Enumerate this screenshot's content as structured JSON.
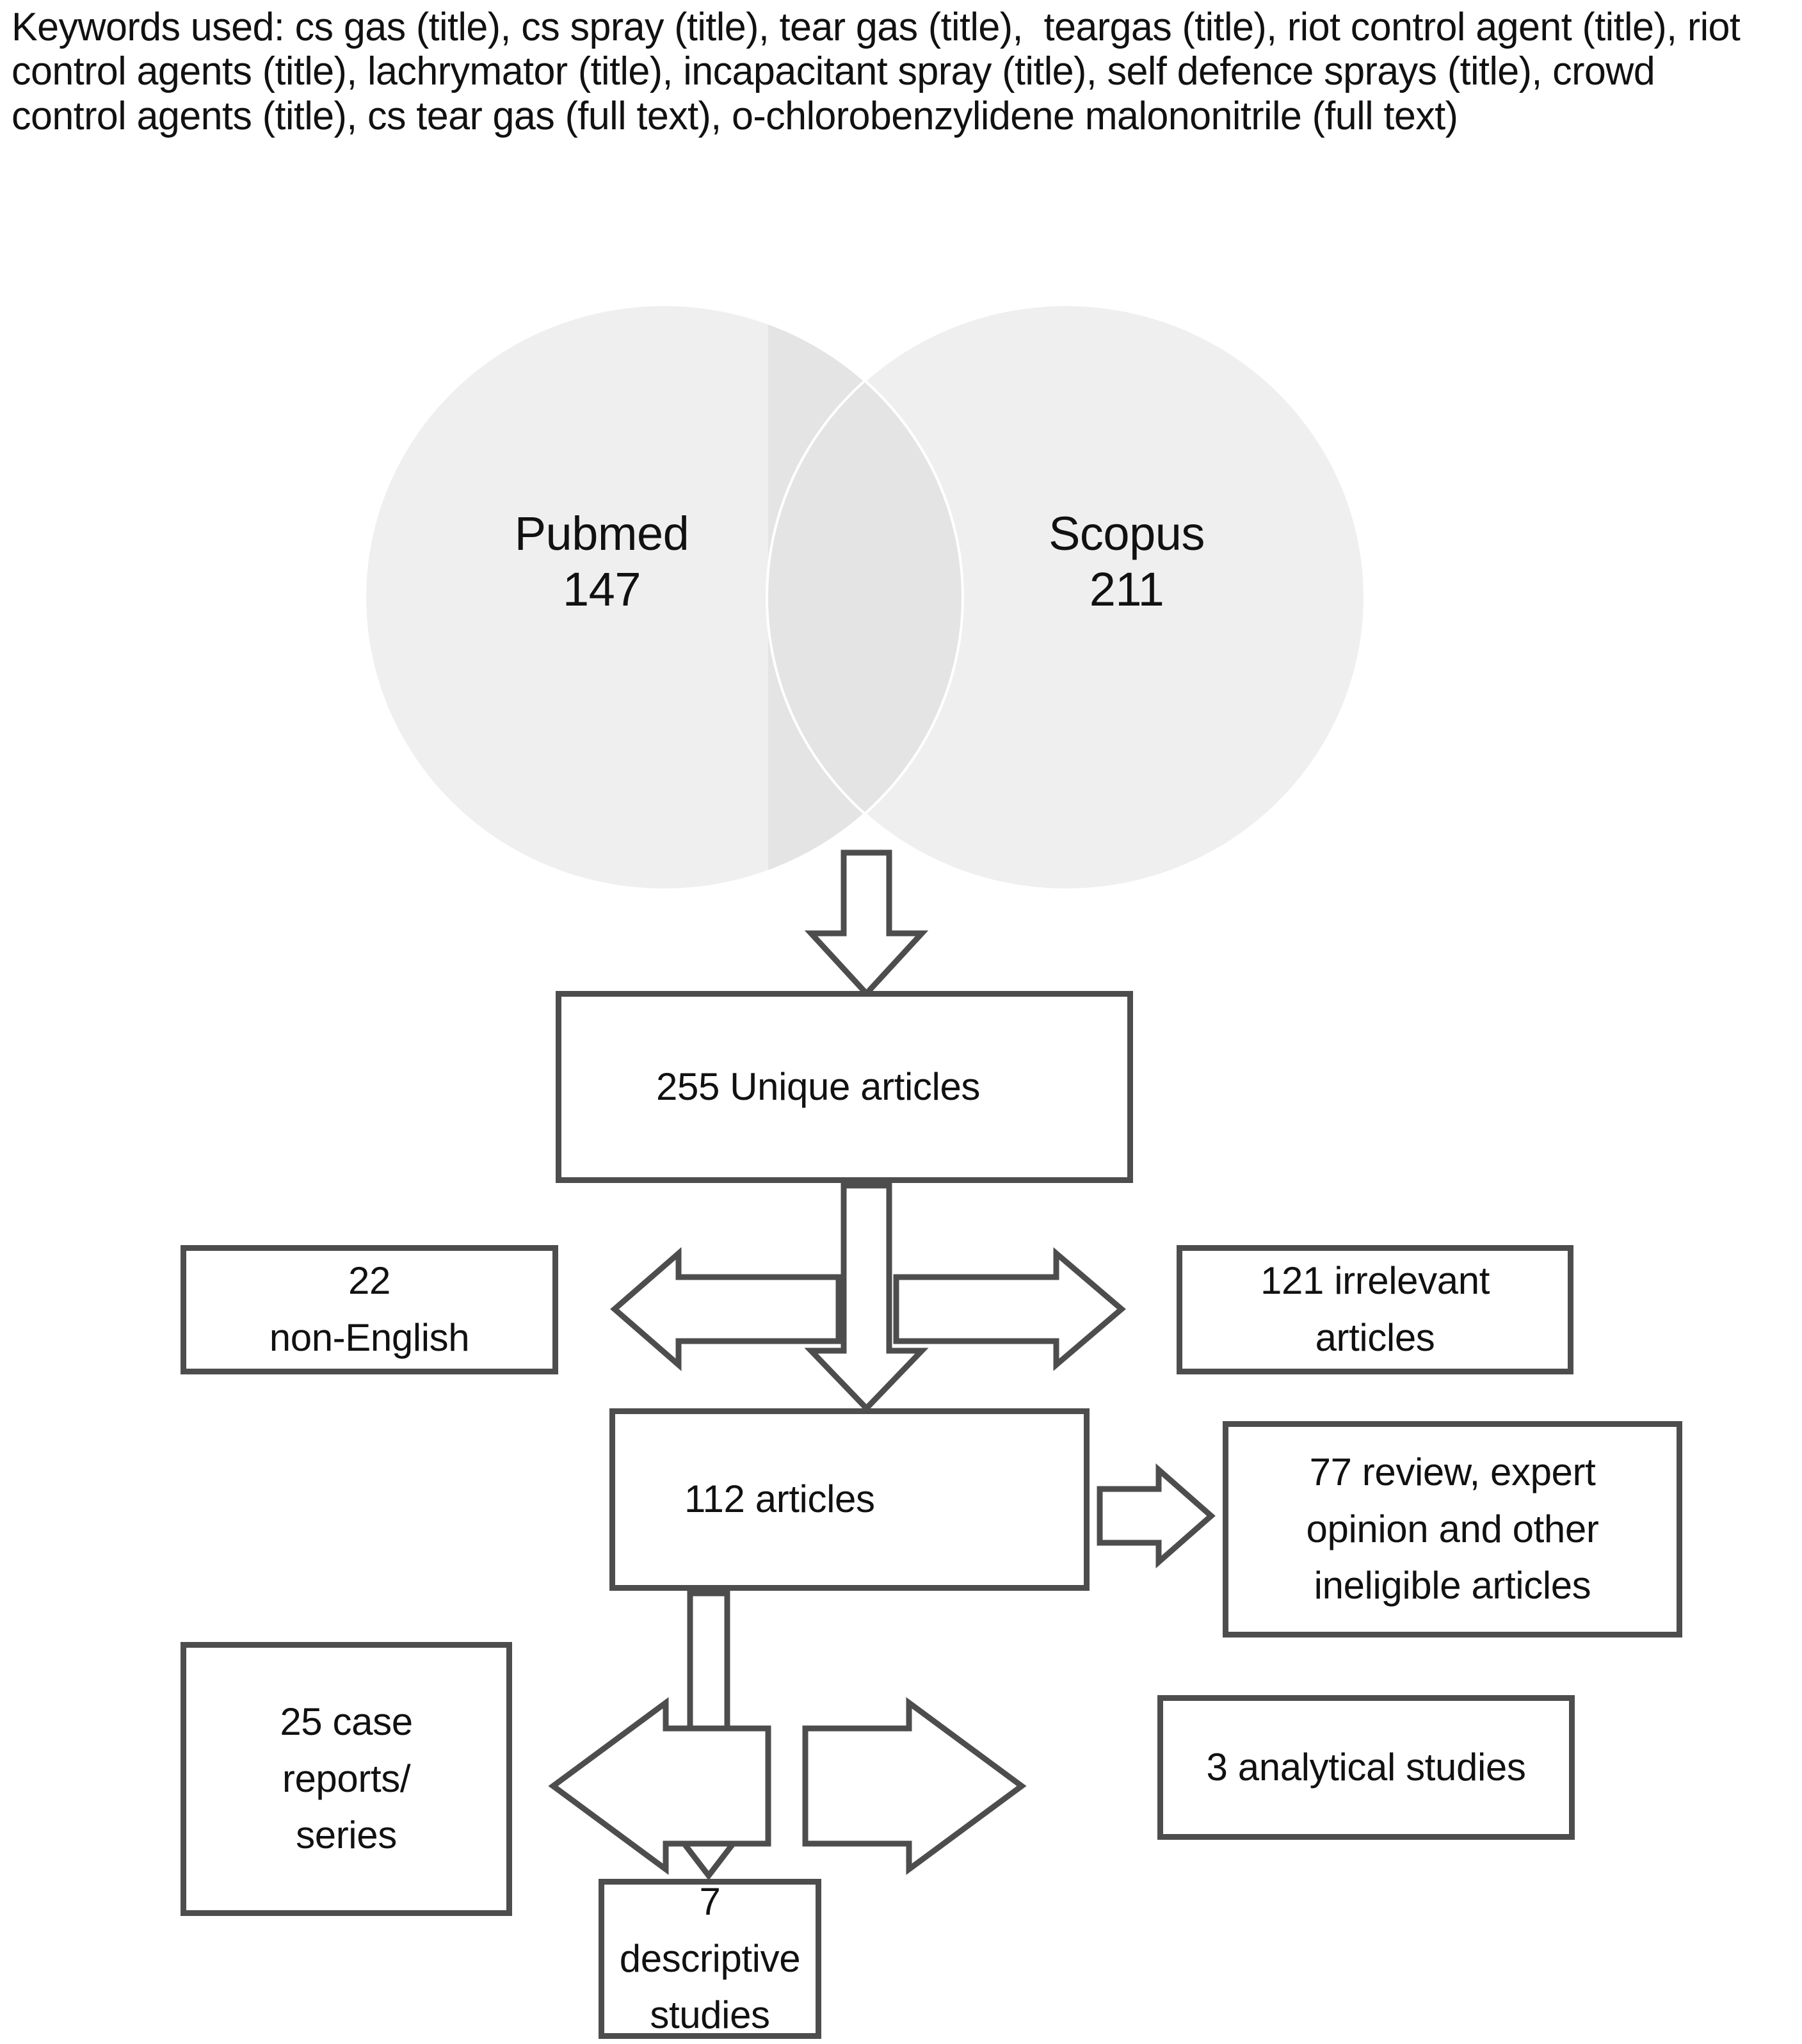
{
  "header": {
    "keywords_text": "Keywords used: cs gas (title), cs spray (title), tear gas (title),  teargas (title), riot control agent (title), riot control agents (title), lachrymator (title), incapacitant spray (title), self defence sprays (title), crowd control agents (title), cs tear gas (full text), o-chlorobenzylidene malononitrile (full text)"
  },
  "venn": {
    "left_label": "Pubmed\n147",
    "right_label": "Scopus\n211",
    "left_source": "Pubmed",
    "left_count": "147",
    "right_source": "Scopus",
    "right_count": "211",
    "circle_fill": "#efefef",
    "overlap_fill": "#e4e4e4"
  },
  "flow": {
    "box_border_color": "#4d4d4d",
    "arrow_stroke_color": "#4d4d4d",
    "boxes": {
      "unique_articles": "255 Unique articles",
      "non_english": "22\nnon-English",
      "irrelevant": "121 irrelevant\narticles",
      "articles_112": "112 articles",
      "review_expert": "77 review, expert\nopinion and other\nineligible articles",
      "case_reports": "25 case\nreports/\nseries",
      "analytical": "3 analytical studies",
      "descriptive": "7 descriptive\nstudies"
    }
  },
  "chart_data": {
    "type": "diagram",
    "title": "PRISMA-style study selection flow diagram",
    "venn": {
      "sets": [
        {
          "name": "Pubmed",
          "value": 147
        },
        {
          "name": "Scopus",
          "value": 211
        }
      ],
      "union_unique": 255
    },
    "nodes": [
      {
        "id": "unique_articles",
        "label": "255 Unique articles",
        "count": 255
      },
      {
        "id": "non_english",
        "label": "22 non-English",
        "count": 22
      },
      {
        "id": "irrelevant",
        "label": "121 irrelevant articles",
        "count": 121
      },
      {
        "id": "articles_112",
        "label": "112 articles",
        "count": 112
      },
      {
        "id": "review_expert",
        "label": "77 review, expert opinion and other ineligible articles",
        "count": 77
      },
      {
        "id": "case_reports",
        "label": "25 case reports/ series",
        "count": 25
      },
      {
        "id": "analytical",
        "label": "3 analytical studies",
        "count": 3
      },
      {
        "id": "descriptive",
        "label": "7 descriptive studies",
        "count": 7
      }
    ],
    "edges": [
      {
        "from": "venn",
        "to": "unique_articles",
        "style": "block-arrow-down"
      },
      {
        "from": "unique_articles",
        "to": "articles_112",
        "style": "block-arrow-down"
      },
      {
        "from": "unique_articles",
        "to": "non_english",
        "style": "block-arrow-left"
      },
      {
        "from": "unique_articles",
        "to": "irrelevant",
        "style": "block-arrow-right"
      },
      {
        "from": "articles_112",
        "to": "review_expert",
        "style": "block-arrow-right"
      },
      {
        "from": "articles_112",
        "to": "case_reports",
        "style": "block-arrow-left"
      },
      {
        "from": "articles_112",
        "to": "analytical",
        "style": "block-arrow-right"
      },
      {
        "from": "articles_112",
        "to": "descriptive",
        "style": "block-arrow-down"
      }
    ]
  }
}
